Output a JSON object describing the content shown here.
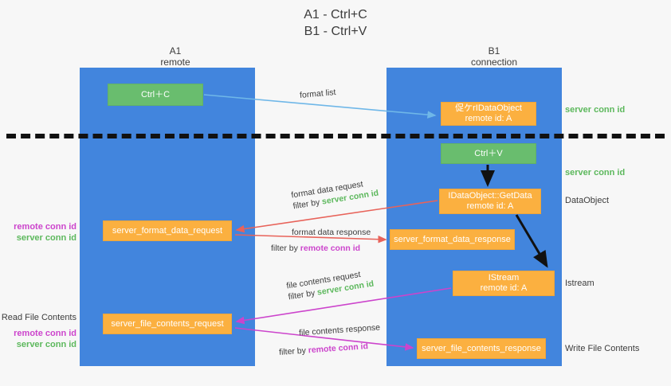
{
  "title": "A1 - Ctrl+C\nB1 - Ctrl+V",
  "columns": {
    "left": {
      "name": "A1",
      "role": "remote",
      "header": "A1\nremote"
    },
    "right": {
      "name": "B1",
      "role": "connection",
      "header": "B1\nconnection"
    }
  },
  "colors": {
    "lane": "#4285dd",
    "green_box": "#69bd6e",
    "orange_box": "#fbb040",
    "server_conn_id": "#5cb85c",
    "remote_conn_id": "#cc44cc",
    "arrow_blue": "#6fb7e8",
    "arrow_red": "#e8635a",
    "arrow_magenta": "#cc44cc",
    "arrow_black": "#111111",
    "background": "#f7f7f7"
  },
  "boxes": {
    "ctrl_c": "Ctrl＋C",
    "ctrl_v": "Ctrl＋V",
    "idataobject": {
      "line1": "促ケrIDataObject",
      "line2": "remote id: A"
    },
    "getdata": {
      "line1": "IDataObject::GetData",
      "line2": "remote id: A"
    },
    "istream": {
      "line1": "IStream",
      "line2": "remote id: A"
    },
    "format_data_request": "server_format_data_request",
    "format_data_response": "server_format_data_response",
    "file_contents_request": "server_file_contents_request",
    "file_contents_response": "server_file_contents_response"
  },
  "annotations": {
    "format_list": "format list",
    "format_data_request": {
      "line1": "format data request",
      "prefix": "filter by ",
      "tag": "server conn id"
    },
    "format_data_response": {
      "line1": "format data response",
      "prefix": "filter by ",
      "tag": "remote conn id"
    },
    "file_contents_request": {
      "line1": "file contents request",
      "prefix": "filter by ",
      "tag": "server conn id"
    },
    "file_contents_response": {
      "line1": "file contents response",
      "prefix": "filter by ",
      "tag": "remote conn id"
    }
  },
  "right_labels": {
    "server_conn_id_top": "server conn id",
    "server_conn_id_mid": "server conn id",
    "dataobject": "DataObject",
    "istream": "Istream",
    "write_file_contents": "Write File Contents"
  },
  "left_labels": {
    "remote_conn_id_top": "remote conn id",
    "server_conn_id_top": "server conn id",
    "read_file_contents": "Read File Contents",
    "remote_conn_id_bottom": "remote conn id",
    "server_conn_id_bottom": "server conn id"
  }
}
